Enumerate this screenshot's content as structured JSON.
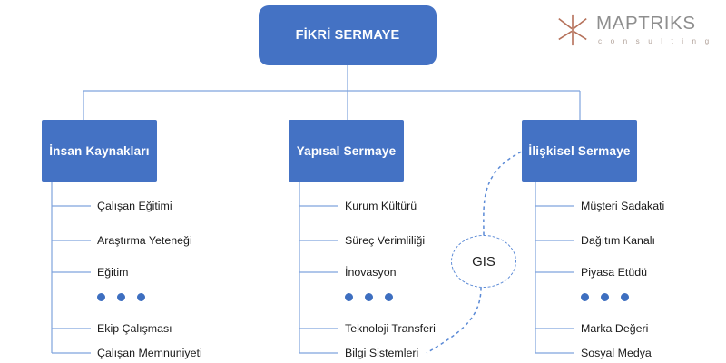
{
  "diagram": {
    "root": {
      "label": "FİKRİ SERMAYE"
    },
    "branches": [
      {
        "id": "insan-kaynaklari",
        "label": "İnsan Kaynakları",
        "items_top": [
          "Çalışan Eğitimi",
          "Araştırma Yeteneği",
          "Eğitim"
        ],
        "ellipsis": "• • •",
        "items_bottom": [
          "Ekip Çalışması",
          "Çalışan Memnuniyeti"
        ]
      },
      {
        "id": "yapisal-sermaye",
        "label": "Yapısal Sermaye",
        "items_top": [
          "Kurum Kültürü",
          "Süreç Verimliliği",
          "İnovasyon"
        ],
        "ellipsis": "• • •",
        "items_bottom": [
          "Teknoloji Transferi",
          "Bilgi Sistemleri"
        ]
      },
      {
        "id": "iliskisel-sermaye",
        "label": "İlişkisel Sermaye",
        "items_top": [
          "Müşteri Sadakati",
          "Dağıtım Kanalı",
          "Piyasa Etüdü"
        ],
        "ellipsis": "• • •",
        "items_bottom": [
          "Marka Değeri",
          "Sosyal Medya"
        ]
      }
    ],
    "annotation": {
      "label": "GIS"
    }
  },
  "logo": {
    "name": "MAPTRIKS",
    "subtitle": "c o n s u l t i n g",
    "mark_name": "starburst-icon",
    "mark_color": "#B5715A",
    "name_color": "#8e8e8e"
  },
  "colors": {
    "node_fill": "#4472C4",
    "node_text": "#FFFFFF",
    "connector": "#7FA3DD",
    "dashed_connector": "#5B8AD6",
    "dot": "#3E6FC0",
    "leaf_text": "#1a1a1a",
    "background": "#FFFFFF"
  }
}
